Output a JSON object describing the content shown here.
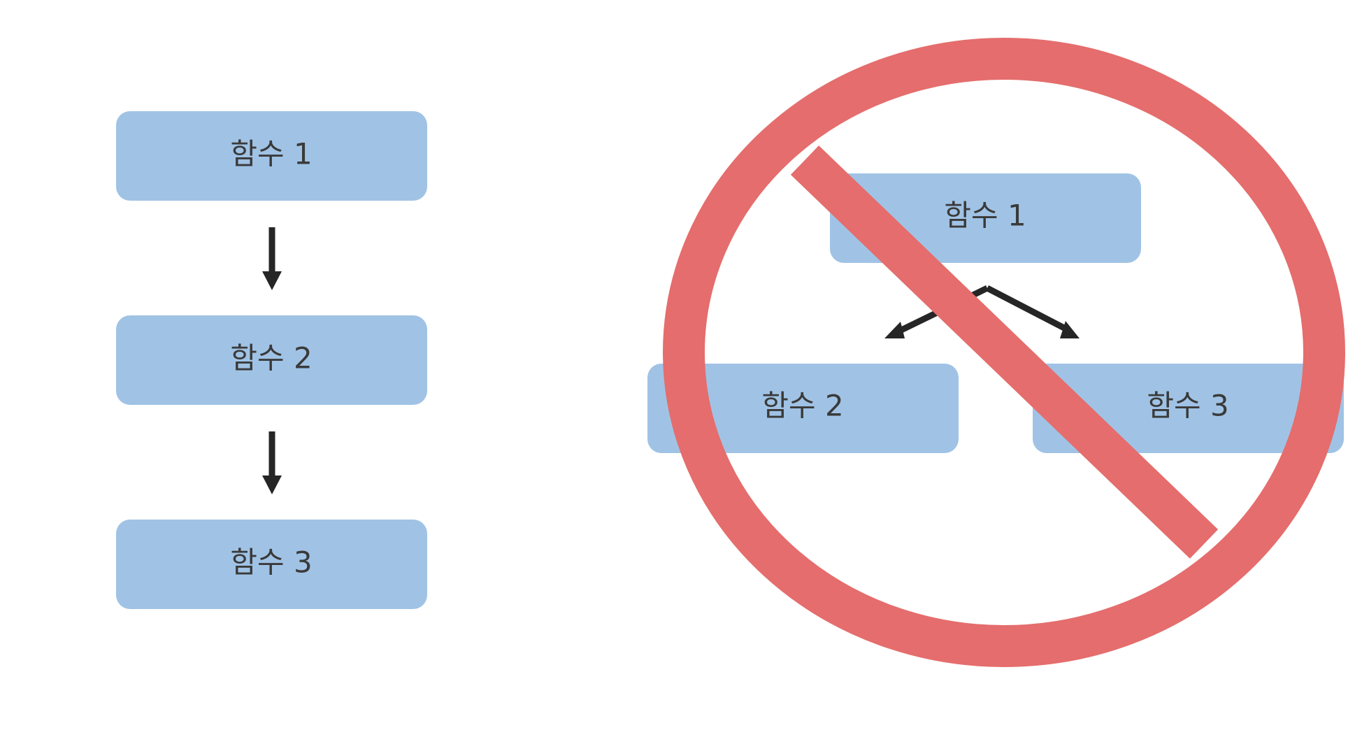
{
  "colors": {
    "node_fill": "#a0c3e5",
    "node_text": "#3a3a3a",
    "arrow": "#262626",
    "prohibition_sign": "#e56d6d",
    "background": "#ffffff"
  },
  "left_flow": {
    "nodes": [
      {
        "label": "함수 1"
      },
      {
        "label": "함수 2"
      },
      {
        "label": "함수 3"
      }
    ]
  },
  "right_flow": {
    "nodes": [
      {
        "label": "함수 1"
      },
      {
        "label": "함수 2"
      },
      {
        "label": "함수 3"
      }
    ],
    "overlay_icon": "prohibition-sign-icon"
  }
}
